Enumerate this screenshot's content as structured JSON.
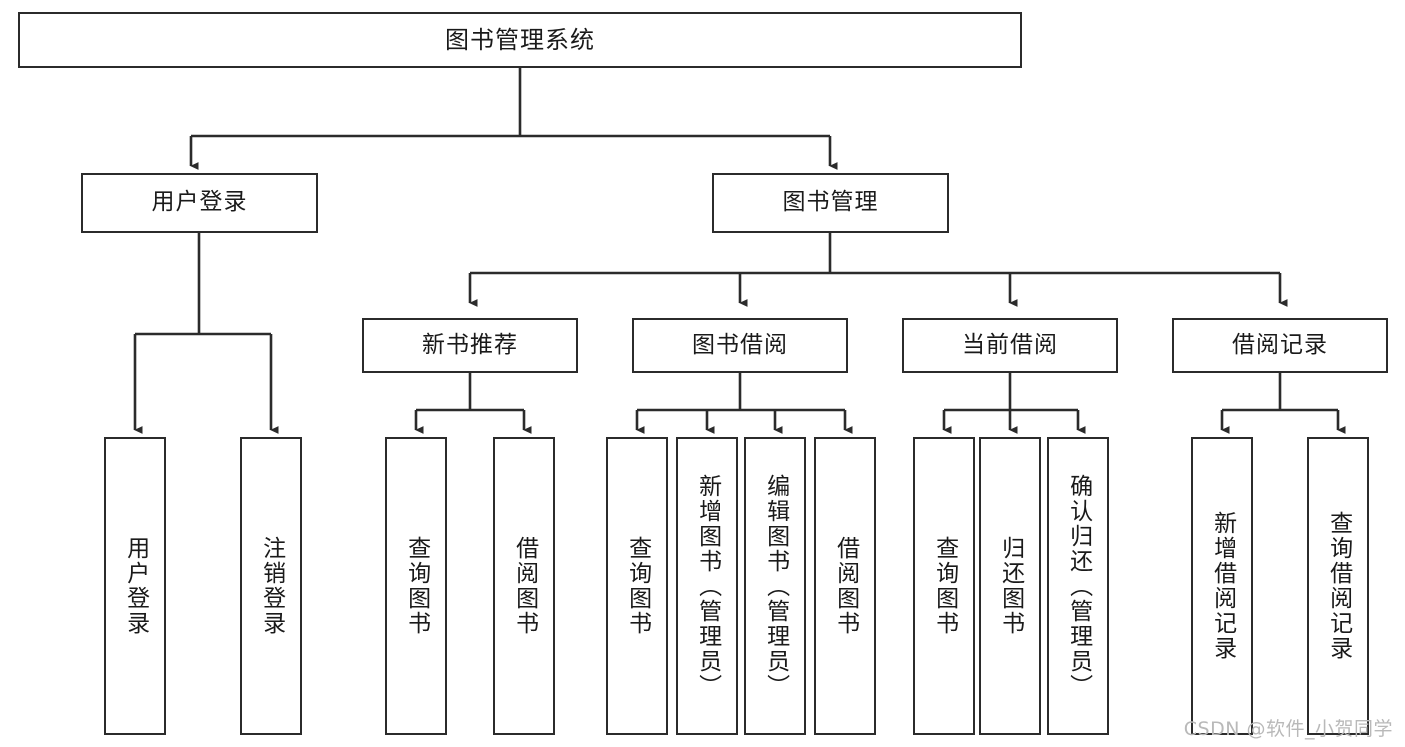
{
  "diagram": {
    "title": "图书管理系统",
    "type": "tree-hierarchy",
    "colors": {
      "stroke": "#2b2b2b",
      "fill": "#ffffff",
      "text": "#1a1a1a",
      "watermark": "#b9b9b9"
    },
    "root": {
      "label": "图书管理系统"
    },
    "level2": [
      {
        "label": "用户登录"
      },
      {
        "label": "图书管理"
      }
    ],
    "level3": [
      {
        "label": "新书推荐"
      },
      {
        "label": "图书借阅"
      },
      {
        "label": "当前借阅"
      },
      {
        "label": "借阅记录"
      }
    ],
    "leaves": {
      "user_login": [
        {
          "label": "用户登录"
        },
        {
          "label": "注销登录"
        }
      ],
      "new_book": [
        {
          "label": "查询图书"
        },
        {
          "label": "借阅图书"
        }
      ],
      "book_borrow": [
        {
          "label": "查询图书"
        },
        {
          "label": "新增图书（管理员）"
        },
        {
          "label": "编辑图书（管理员）"
        },
        {
          "label": "借阅图书"
        }
      ],
      "current_borrow": [
        {
          "label": "查询图书"
        },
        {
          "label": "归还图书"
        },
        {
          "label": "确认归还（管理员）"
        }
      ],
      "borrow_record": [
        {
          "label": "新增借阅记录"
        },
        {
          "label": "查询借阅记录"
        }
      ]
    },
    "watermark": "CSDN @软件_小贺同学"
  }
}
